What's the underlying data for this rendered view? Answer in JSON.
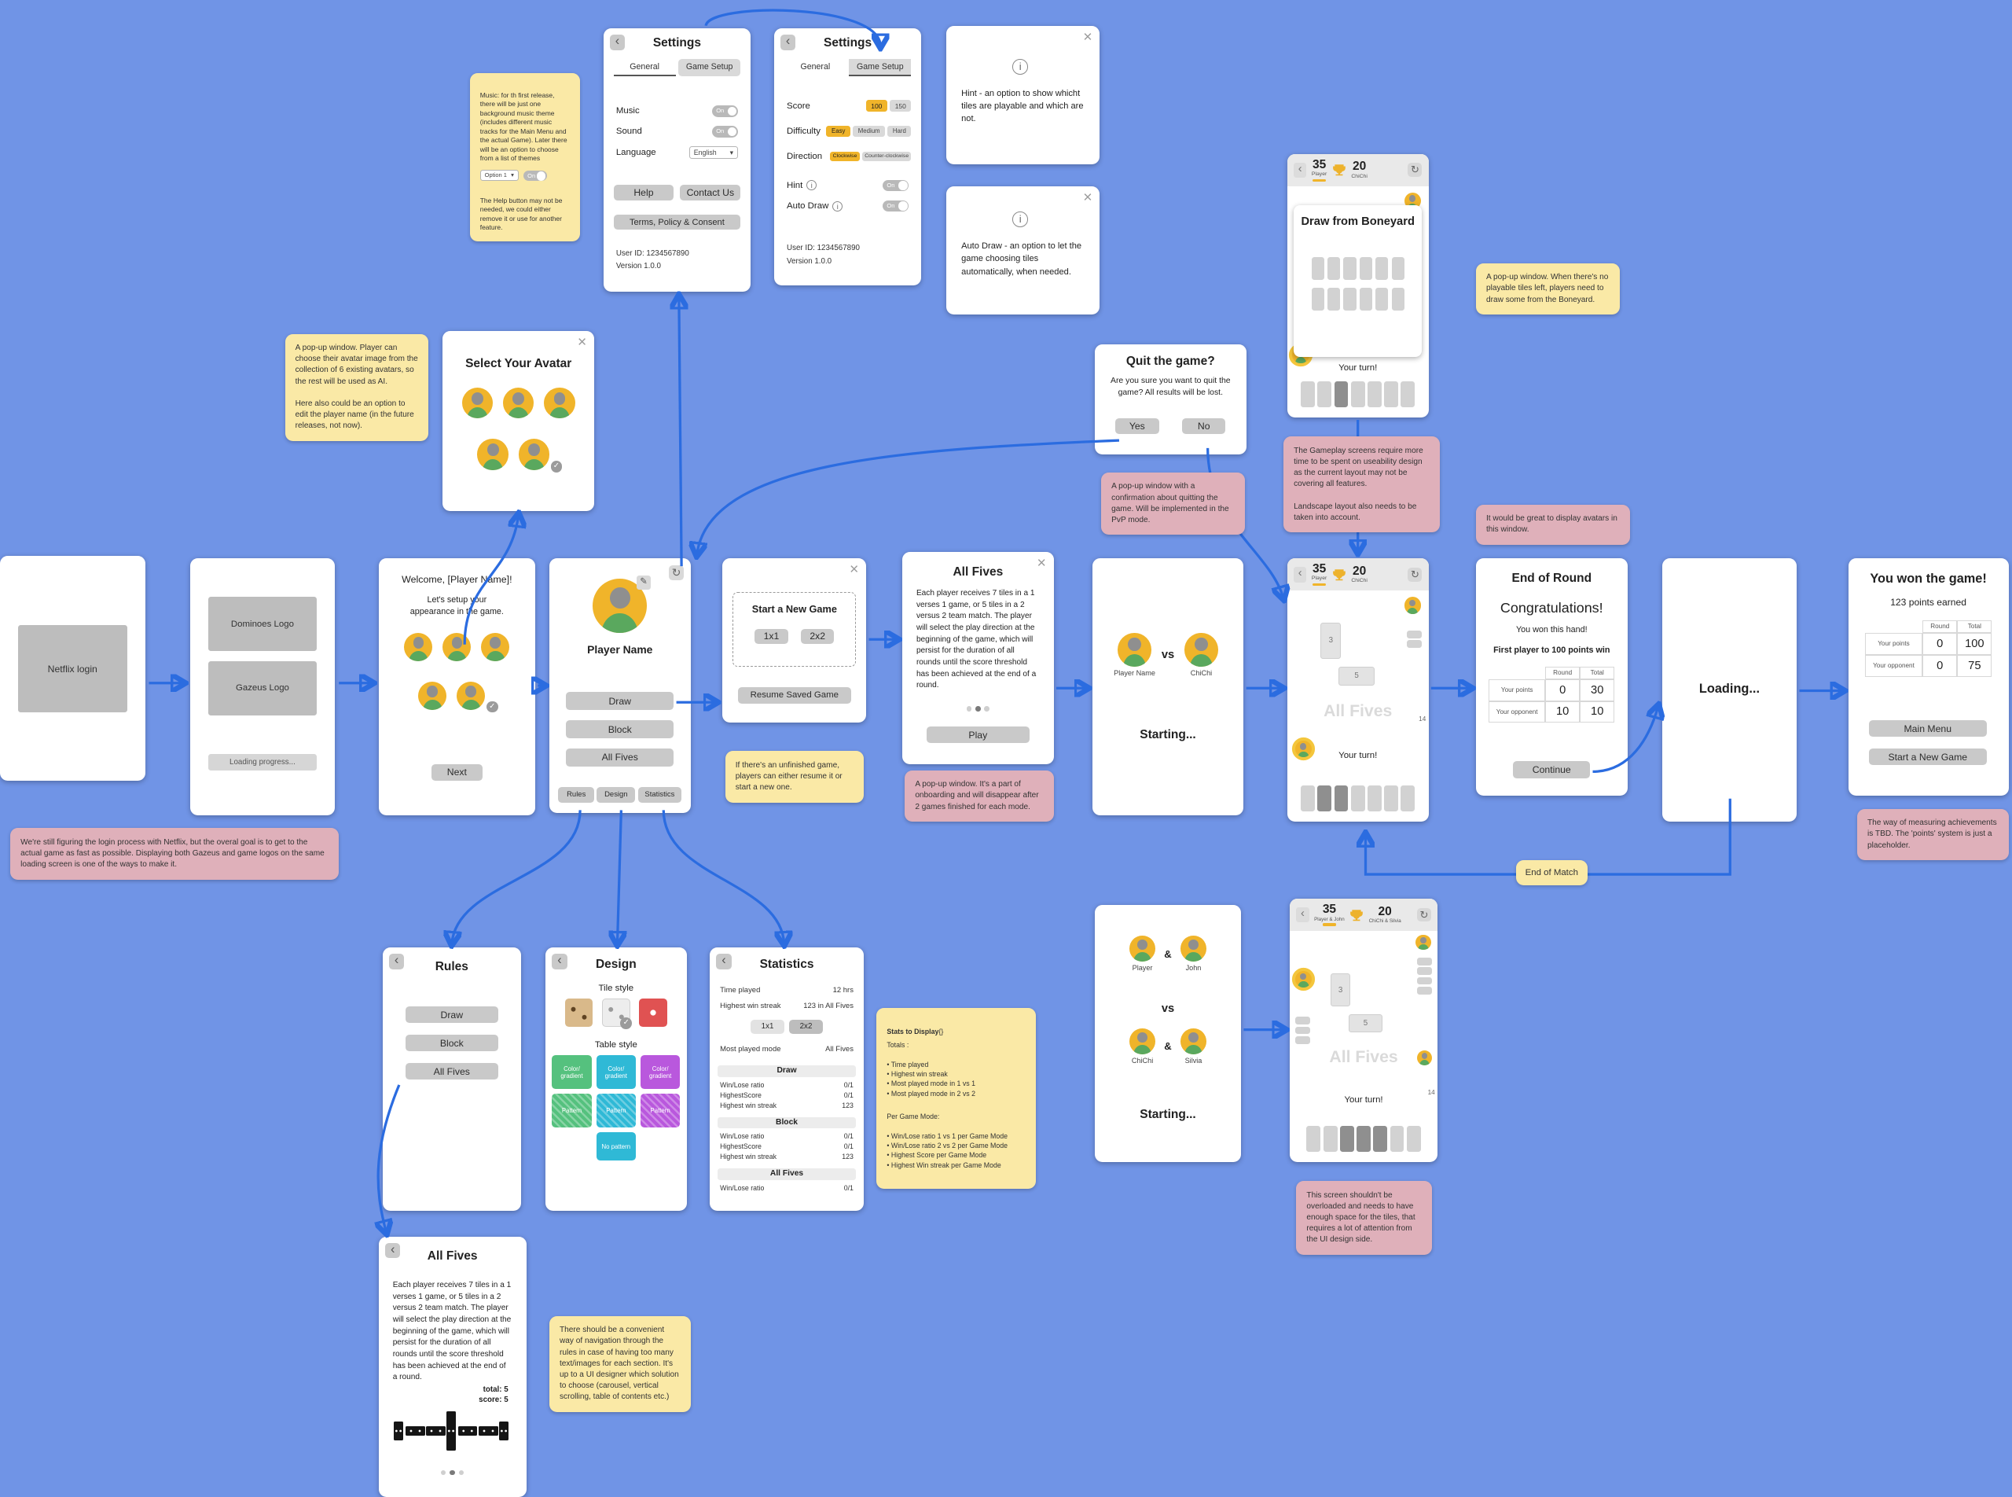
{
  "colors": {
    "background": "#7094e6",
    "arrow": "#2b6ce0",
    "note_yellow": "#fae9a6",
    "note_pink": "#dfb0ba",
    "accent_yellow": "#f0b42a",
    "swatch_green": "#55c17e",
    "swatch_cyan": "#2fb9d6",
    "swatch_purple": "#b958dd",
    "tile_red": "#e05252"
  },
  "icons": {
    "back": "‹",
    "close": "×",
    "info": "i",
    "edit": "✎",
    "refresh": "↻",
    "check": "✓",
    "dropdown": "▾",
    "amp": "&"
  },
  "settings_general": {
    "title": "Settings",
    "tab_general": "General",
    "tab_setup": "Game Setup",
    "music": "Music",
    "sound": "Sound",
    "language": "Language",
    "language_value": "English",
    "on": "On",
    "help": "Help",
    "contact": "Contact Us",
    "terms": "Terms, Policy & Consent",
    "user_id": "User ID: 1234567890",
    "version": "Version 1.0.0"
  },
  "settings_setup": {
    "title": "Settings",
    "tab_general": "General",
    "tab_setup": "Game Setup",
    "score": "Score",
    "score_100": "100",
    "score_150": "150",
    "difficulty": "Difficulty",
    "easy": "Easy",
    "medium": "Medium",
    "hard": "Hard",
    "direction": "Direction",
    "clockwise": "Clockwise",
    "counter": "Counter-clockwise",
    "hint": "Hint",
    "auto_draw": "Auto Draw",
    "on": "On",
    "user_id": "User ID: 1234567890",
    "version": "Version 1.0.0"
  },
  "cards": {
    "hint": "Hint - an option to show whicht tiles are playable and which are not.",
    "auto_draw": "Auto Draw - an option to let the game choosing tiles automatically, when needed."
  },
  "login": {
    "box": "Netflix login"
  },
  "splash": {
    "logo1": "Dominoes Logo",
    "logo2": "Gazeus Logo",
    "progress": "Loading progress..."
  },
  "welcome": {
    "title": "Welcome, [Player Name]!",
    "subtitle": "Let's setup your appearance in the game.",
    "next": "Next"
  },
  "avatar_select": {
    "title": "Select Your Avatar"
  },
  "menu": {
    "player": "Player Name",
    "draw": "Draw",
    "block": "Block",
    "all_fives": "All Fives",
    "rules": "Rules",
    "design": "Design",
    "statistics": "Statistics"
  },
  "new_game": {
    "title": "Start a New Game",
    "m1": "1x1",
    "m2": "2x2",
    "resume": "Resume Saved Game"
  },
  "all_fives_popup": {
    "title": "All Fives",
    "body": "Each player receives 7 tiles in a 1 verses 1 game, or 5 tiles in a 2 versus 2 team match. The player will select the play direction at the beginning of the game, which will persist for the duration of all rounds until the score threshold has been achieved at the end of a round.",
    "play": "Play"
  },
  "quit": {
    "title": "Quit the game?",
    "body": "Are you sure you want to quit the game? All results will be lost.",
    "yes": "Yes",
    "no": "No"
  },
  "vs1": {
    "p1": "Player Name",
    "vs": "vs",
    "p2": "ChiChi",
    "status": "Starting..."
  },
  "vs2": {
    "a1": "Player",
    "a2": "John",
    "b1": "ChiChi",
    "b2": "Silvia",
    "vs": "vs",
    "status": "Starting..."
  },
  "score1": {
    "ls": "35",
    "ln": "Player",
    "rs": "20",
    "rn": "ChiChi"
  },
  "score2": {
    "ls": "35",
    "ln": "Player & John",
    "rs": "20",
    "rn": "ChiChi & Silvia"
  },
  "boneyard": {
    "title": "Draw from Boneyard",
    "turn": "Your turn!"
  },
  "game": {
    "watermark": "All Fives",
    "turn": "Your turn!",
    "t3": "3",
    "t5": "5",
    "count": "14"
  },
  "end_round": {
    "title": "End of Round",
    "congrats": "Congratulations!",
    "sub": "You won this hand!",
    "rule": "First player to 100 points win",
    "round": "Round",
    "total": "Total",
    "r1l": "Your points",
    "r1a": "0",
    "r1b": "30",
    "r2l": "Your opponent",
    "r2a": "10",
    "r2b": "10",
    "cont": "Continue"
  },
  "loading": {
    "text": "Loading..."
  },
  "win": {
    "title": "You won the game!",
    "sub": "123 points earned",
    "round": "Round",
    "total": "Total",
    "r1l": "Your points",
    "r1a": "0",
    "r1b": "100",
    "r2l": "Your opponent",
    "r2a": "0",
    "r2b": "75",
    "menu": "Main Menu",
    "new_game": "Start a New Game"
  },
  "rules": {
    "title": "Rules",
    "draw": "Draw",
    "block": "Block",
    "all_fives": "All Fives"
  },
  "design": {
    "title": "Design",
    "tile_style": "Tile style",
    "table_style": "Table style",
    "cg": "Color/\ngradient",
    "pattern": "Pattern",
    "no_pattern": "No pattern"
  },
  "stats": {
    "title": "Statistics",
    "r1l": "Time played",
    "r1v": "12 hrs",
    "r2l": "Highest win streak",
    "r2v": "123 in All Fives",
    "t1": "1x1",
    "t2": "2x2",
    "r3l": "Most played mode",
    "r3v": "All Fives",
    "s1": "Draw",
    "s2": "Block",
    "s3": "All Fives",
    "wl": "Win/Lose ratio",
    "hs": "HighestScore",
    "hws": "Highest win streak",
    "v01": "0/1",
    "v123": "123"
  },
  "detail": {
    "title": "All Fives",
    "body": "Each player receives 7 tiles in a 1 verses 1 game, or 5 tiles in a 2 versus 2 team match. The player will select the play direction at the beginning of the game, which will persist for the duration of all rounds until the score threshold has been achieved at the end of a round.",
    "total": "total:  5",
    "score": "score:  5"
  },
  "notes": {
    "music_p1": "Music: for th first release, there will be just one background music theme (includes different music tracks for the Main Menu and the actual Game). Later there will be an option to choose from a list of themes",
    "music_option": "Option 1",
    "music_on": "On",
    "music_p2": "The Help button may not be needed, we could either remove it or use for another feature.",
    "avatar": "A pop-up window. Player can choose their avatar image from the collection of 6 existing avatars, so the rest will be used as AI.\n\nHere also could be an option to edit the player name (in the future releases, not now).",
    "boneyard": "A pop-up window. When there's no playable tiles left, players need to draw some from the Boneyard.",
    "resume": "If there's an unfinished game, players can either resume it or start a new one.",
    "onboarding": "A pop-up window. It's a part of onboarding and will disappear after 2 games finished for each mode.",
    "quit": "A pop-up window with a confirmation about quitting the game. Will be implemented in the PvP mode.",
    "gameplay": "The Gameplay screens require more time to be spent on useability design as the current layout may not be covering all features.\n\nLandscape layout also needs to be taken into account.",
    "avatars_window": "It would be great to display avatars in this window.",
    "netflix": "We're still figuring the login process with Netflix, but the overal goal is to get to the actual game as fast as possible. Displaying both Gazeus and game logos on the same loading screen is one of the ways to make it.",
    "points": "The way of measuring achievements is TBD. The 'points' system is just a placeholder.",
    "end_of_match": "End of Match",
    "overload": "This screen shouldn't be overloaded and needs to have enough space for the tiles, that requires a lot of attention from the UI design side.",
    "rules_nav": "There should be a convenient way of navigation through the rules in case of having too many text/images for each section. It's up to a UI designer which solution to choose (carousel, vertical scrolling, table of contents etc.)",
    "stats_title": "Stats to Display",
    "stats_totals_head": "Totals :",
    "stats_totals": "•  Time played\n•  Highest win streak\n•  Most played mode in 1 vs 1\n•  Most played mode in 2 vs 2",
    "stats_mode_head": "Per Game Mode:",
    "stats_modes": "•  Win/Lose ratio 1 vs 1 per Game Mode\n•  Win/Lose ratio 2 vs 2 per Game Mode\n•  Highest Score per Game Mode\n•  Highest Win streak per Game Mode"
  }
}
